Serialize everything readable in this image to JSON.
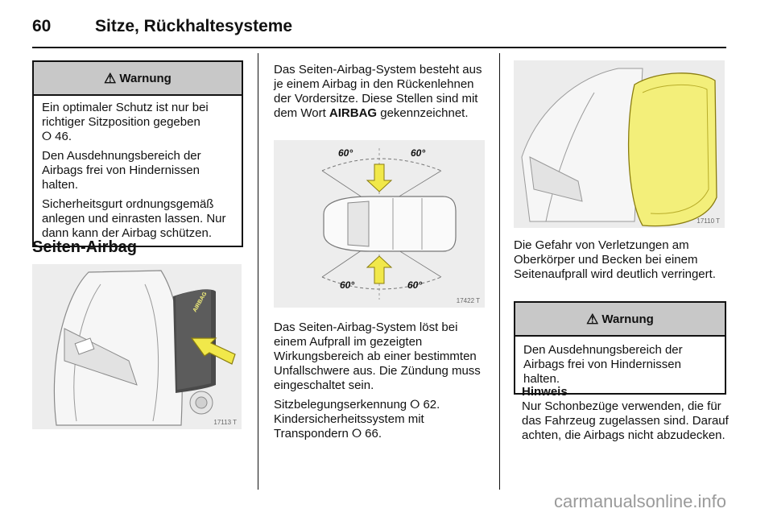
{
  "header": {
    "page_number": "60",
    "chapter": "Sitze, Rückhaltesysteme"
  },
  "col1": {
    "warning": {
      "title": "Warnung",
      "p1": "Ein optimaler Schutz ist nur bei richtiger Sitzposition gegeben",
      "p1_ref": "⭘ 46.",
      "p2": "Den Ausdehnungsbereich der Airbags frei von Hindernissen halten.",
      "p3": "Sicherheitsgurt ordnungsgemäß anlegen und einrasten lassen. Nur dann kann der Airbag schützen."
    },
    "section_title": "Seiten-Airbag",
    "figure": {
      "code": "17113 T",
      "label": "AIRBAG"
    }
  },
  "col2": {
    "intro_a": "Das Seiten-Airbag-System besteht aus je einem Airbag in den Rückenlehnen der Vordersitze. Diese Stellen sind mit dem Wort ",
    "intro_bold": "AIRBAG",
    "intro_b": " gekennzeichnet.",
    "figure": {
      "code": "17422 T",
      "angle_tl": "60°",
      "angle_tr": "60°",
      "angle_bl": "60°",
      "angle_br": "60°"
    },
    "p2": "Das Seiten-Airbag-System löst bei einem Aufprall im gezeigten Wirkungsbereich ab einer bestimmten Unfallschwere aus. Die Zündung muss eingeschaltet sein.",
    "p3_a": "Sitzbelegungserkennung ",
    "p3_ref1": "⭘ 62.",
    "p3_b": " Kindersicherheitssystem mit Transpondern ",
    "p3_ref2": "⭘ 66."
  },
  "col3": {
    "figure": {
      "code": "17110 T"
    },
    "p1": "Die Gefahr von Verletzungen am Oberkörper und Becken bei einem Seitenaufprall wird deutlich verringert.",
    "warning": {
      "title": "Warnung",
      "body": "Den Ausdehnungsbereich der Airbags frei von Hindernissen halten."
    },
    "hinweis_title": "Hinweis",
    "hinweis_body": "Nur Schonbezüge verwenden, die für das Fahrzeug zugelassen sind. Darauf achten, die Airbags nicht abzudecken."
  },
  "watermark": "carmanualsonline.info",
  "colors": {
    "warning_header": "#c8c8c8",
    "airbag_yellow": "#f3ef7a",
    "arrow_yellow": "#f1e84a"
  }
}
